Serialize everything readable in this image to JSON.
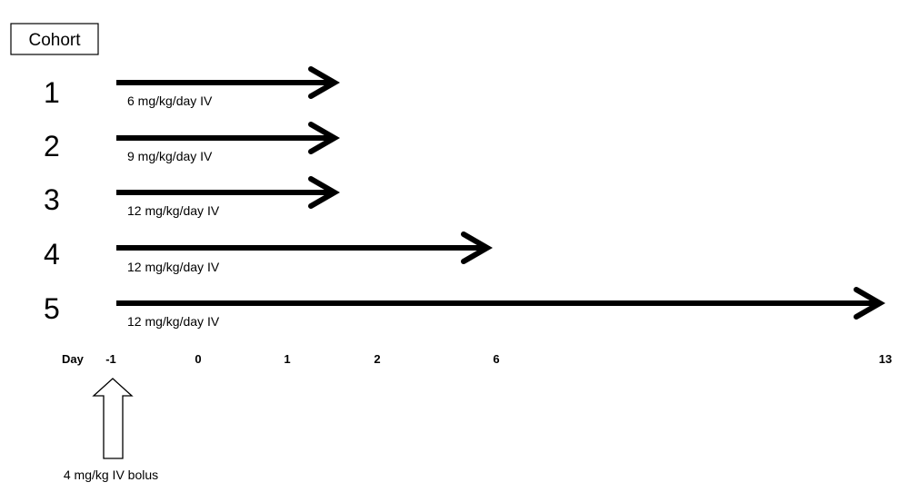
{
  "header": {
    "label": "Cohort"
  },
  "axis": {
    "label": "Day",
    "ticks": [
      "-1",
      "0",
      "1",
      "2",
      "6",
      "13"
    ]
  },
  "cohorts": [
    {
      "number": "1",
      "dose": "6 mg/kg/day IV",
      "end_day": "2"
    },
    {
      "number": "2",
      "dose": "9 mg/kg/day IV",
      "end_day": "2"
    },
    {
      "number": "3",
      "dose": "12 mg/kg/day IV",
      "end_day": "2"
    },
    {
      "number": "4",
      "dose": "12 mg/kg/day IV",
      "end_day": "6"
    },
    {
      "number": "5",
      "dose": "12 mg/kg/day IV",
      "end_day": "13"
    }
  ],
  "bolus": {
    "label": "4 mg/kg IV bolus",
    "day": "-1"
  },
  "colors": {
    "arrow": "#000000",
    "bolus_fill": "#ffffff",
    "text": "#000000"
  }
}
